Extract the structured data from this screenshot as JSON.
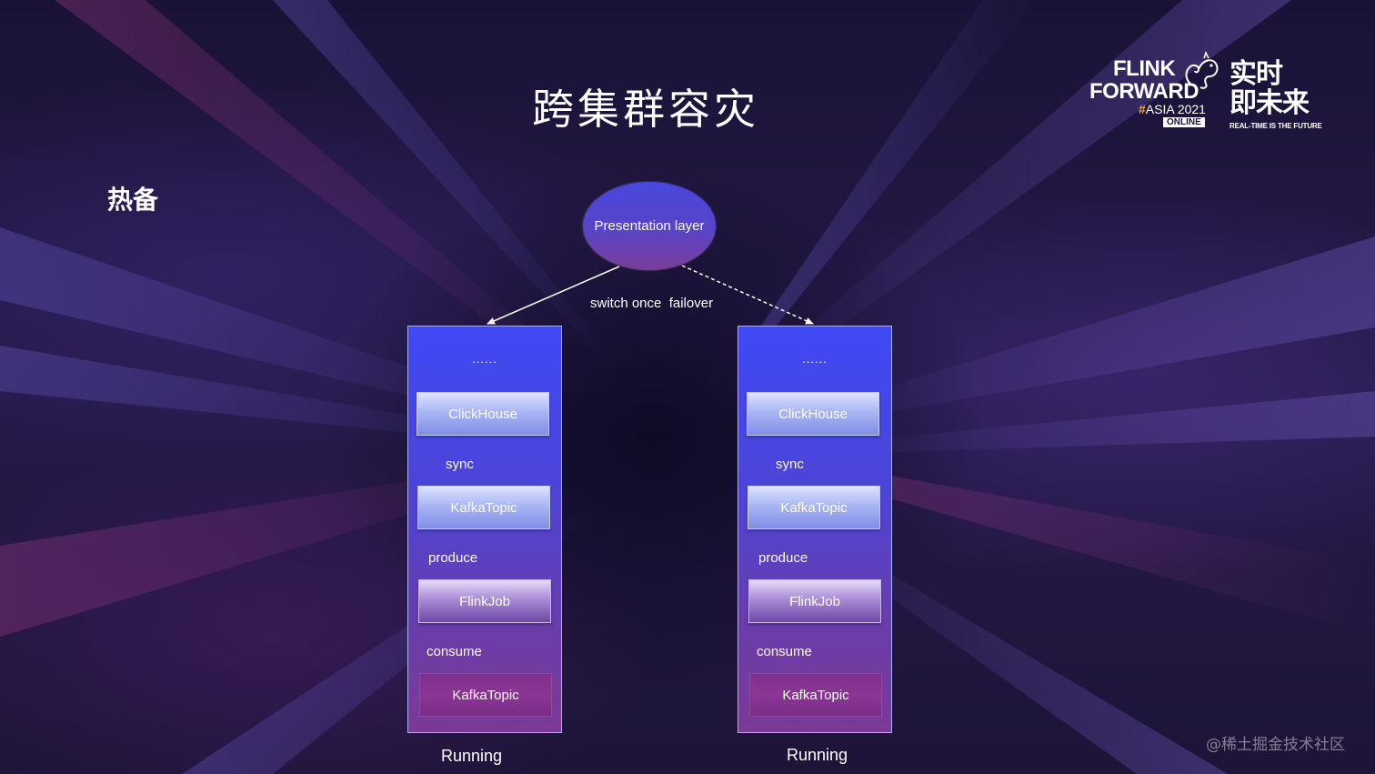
{
  "slide": {
    "title": "跨集群容灾",
    "subtitle": "热备",
    "watermark": "@稀土掘金技术社区"
  },
  "logo": {
    "line1": "FLINK",
    "line2": "FORWARD",
    "hash": "#",
    "event": "ASIA 2021",
    "badge": "ONLINE",
    "cn_line1": "实时",
    "cn_line2": "即未来",
    "tagline": "REAL-TIME IS THE FUTURE",
    "accent_color": "#f3a93b"
  },
  "diagram": {
    "top_node": "Presentation layer",
    "edge_label": "switch once  failover",
    "clusters": [
      {
        "id": "left",
        "ellipsis": "......",
        "nodes": [
          "ClickHouse",
          "KafkaTopic",
          "FlinkJob",
          "KafkaTopic"
        ],
        "edges": [
          "sync",
          "produce",
          "consume"
        ],
        "status": "Running",
        "link_style": "solid"
      },
      {
        "id": "right",
        "ellipsis": "......",
        "nodes": [
          "ClickHouse",
          "KafkaTopic",
          "FlinkJob",
          "KafkaTopic"
        ],
        "edges": [
          "sync",
          "produce",
          "consume"
        ],
        "status": "Running",
        "link_style": "dashed"
      }
    ],
    "colors": {
      "cluster_top": "#3f49f5",
      "cluster_bottom": "#7b3a95",
      "node_light": "#a9b6f4",
      "node_flink": "#a98bd6",
      "node_source": "#8b3595"
    }
  }
}
